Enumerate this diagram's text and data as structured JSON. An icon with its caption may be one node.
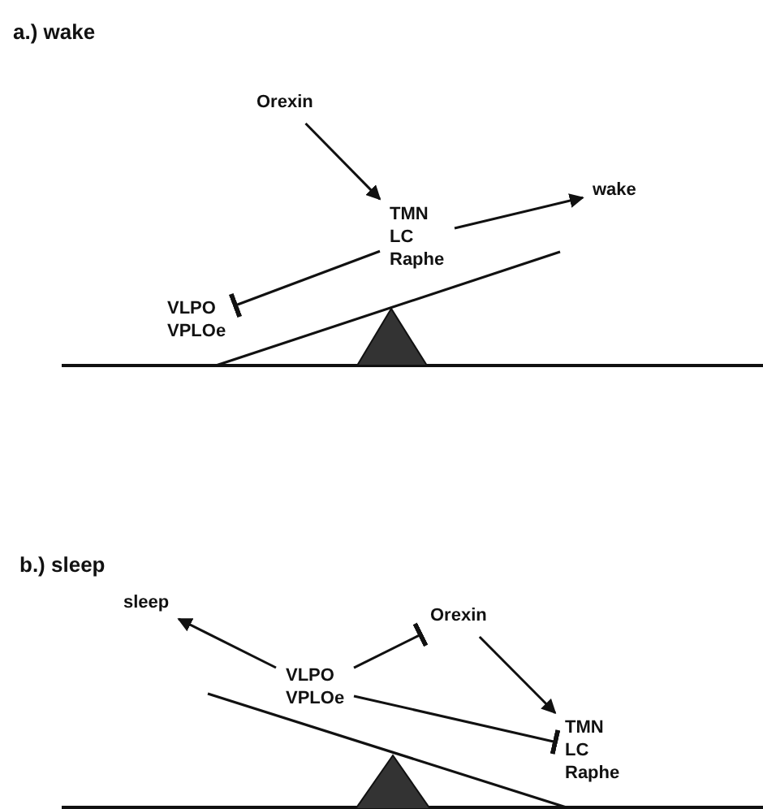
{
  "diagram": {
    "nodes": [
      {
        "text": [
          "Orexin"
        ]
      },
      {
        "text": [
          "TMN LC Raphe"
        ]
      },
      {
        "text": [
          "wake"
        ]
      },
      {
        "text": [
          "VLPO VPLOe"
        ]
      },
      {
        "text": [
          "sleep"
        ]
      },
      {
        "text": [
          "VLPO VPLOe"
        ]
      },
      {
        "text": [
          "Orexin"
        ]
      },
      {
        "text": [
          "TMN LC Raphe"
        ]
      }
    ],
    "edges": [
      {
        "from": 0,
        "to": 1,
        "arrow": "to"
      },
      {
        "from": 1,
        "to": 2,
        "arrow": "to"
      },
      {
        "from": 1,
        "to": 3,
        "arrow": "other"
      },
      {
        "from": 5,
        "to": 4,
        "arrow": "to"
      },
      {
        "from": 5,
        "to": 6,
        "arrow": "other"
      },
      {
        "from": 6,
        "to": 7,
        "arrow": "to"
      },
      {
        "from": 5,
        "to": 7,
        "arrow": "other"
      }
    ],
    "labels": [
      "a.) wake",
      "b.) sleep"
    ]
  }
}
